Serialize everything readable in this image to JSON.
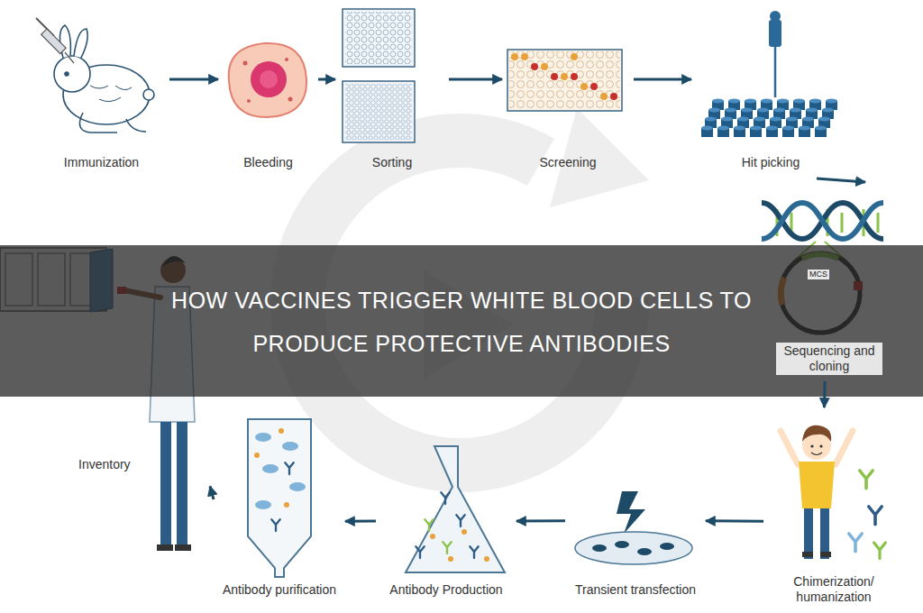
{
  "diagram": {
    "title": "HOW VACCINES TRIGGER WHITE BLOOD CELLS TO PRODUCE PROTECTIVE ANTIBODIES",
    "nodes": [
      {
        "text": [
          "Immunization"
        ]
      },
      {
        "text": [
          "Bleeding"
        ]
      },
      {
        "text": [
          "Sorting"
        ]
      },
      {
        "text": [
          "Screening"
        ]
      },
      {
        "text": [
          "Hit picking"
        ]
      },
      {
        "text": [
          "Sequencing and cloning"
        ]
      },
      {
        "text": [
          "Chimerization/ humanization"
        ]
      },
      {
        "text": [
          "Transient transfection"
        ]
      },
      {
        "text": [
          "Antibody Production"
        ]
      },
      {
        "text": [
          "Antibody purification"
        ]
      },
      {
        "text": [
          "Inventory"
        ]
      }
    ],
    "edges": [
      {
        "from": 0,
        "to": 1,
        "arrow": "to"
      },
      {
        "from": 1,
        "to": 2,
        "arrow": "to"
      },
      {
        "from": 2,
        "to": 3,
        "arrow": "to"
      },
      {
        "from": 3,
        "to": 4,
        "arrow": "to"
      },
      {
        "from": 4,
        "to": 5,
        "arrow": "to"
      },
      {
        "from": 5,
        "to": 6,
        "arrow": "to"
      },
      {
        "from": 6,
        "to": 7,
        "arrow": "to"
      },
      {
        "from": 7,
        "to": 8,
        "arrow": "to"
      },
      {
        "from": 8,
        "to": 9,
        "arrow": "to"
      },
      {
        "from": 9,
        "to": 10,
        "arrow": "to"
      }
    ],
    "labels": [
      "MCS"
    ]
  }
}
